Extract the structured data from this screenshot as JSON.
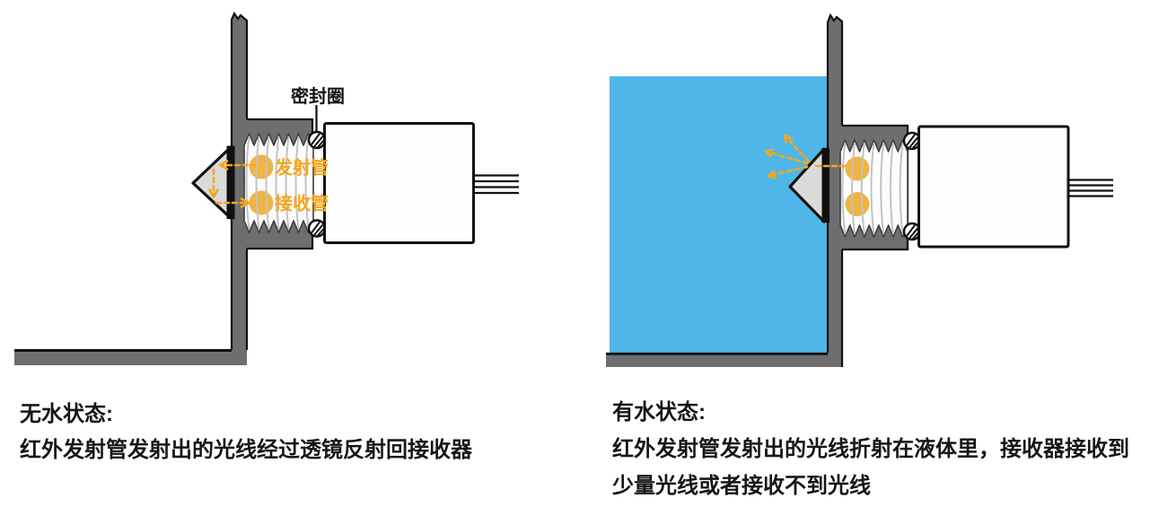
{
  "diagrams": {
    "left": {
      "seal_label": "密封圈",
      "emitter_label": "发射管",
      "receiver_label": "接收管",
      "caption_title": "无水状态:",
      "caption_line1": "红外发射管发射出的光线经过透镜反射回接收器"
    },
    "right": {
      "caption_title": "有水状态:",
      "caption_line1": "红外发射管发射出的光线折射在液体里，接收器接收到",
      "caption_line2": "少量光线或者接收不到光线"
    }
  },
  "colors": {
    "metal_gray": "#6E6E6E",
    "water_blue": "#4EB7E8",
    "led_orange": "#F0B441",
    "label_orange": "#F5A61E",
    "ray_orange": "#F2A71F",
    "lens_gray": "#DADADA",
    "outline_black": "#101010"
  }
}
